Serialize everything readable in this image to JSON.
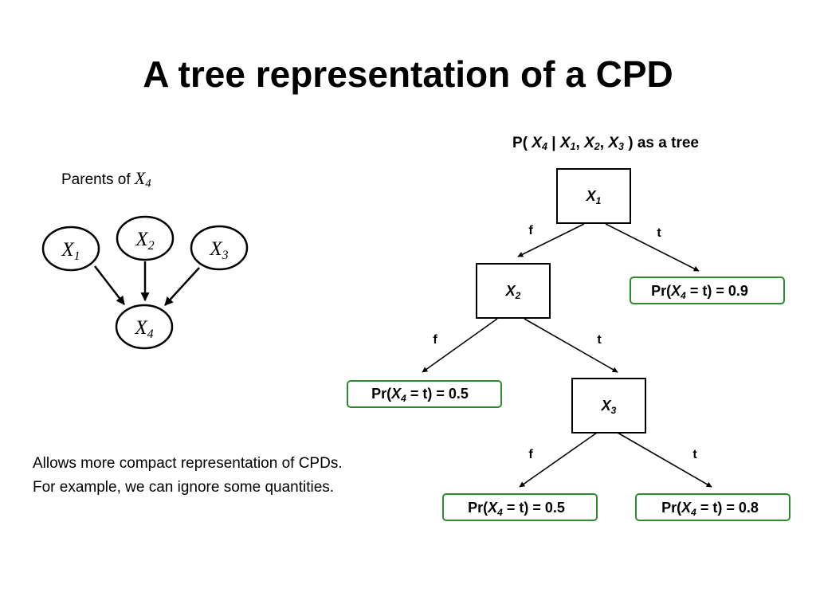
{
  "slide": {
    "title": "A tree representation of a CPD"
  },
  "bayes_net": {
    "caption": {
      "prefix": "Parents of ",
      "var_letter": "X",
      "var_index": "4"
    },
    "nodes": [
      {
        "id": "x1",
        "letter": "X",
        "index": "1"
      },
      {
        "id": "x2",
        "letter": "X",
        "index": "2"
      },
      {
        "id": "x3",
        "letter": "X",
        "index": "3"
      },
      {
        "id": "x4",
        "letter": "X",
        "index": "4"
      }
    ],
    "edges": [
      {
        "from": "x1",
        "to": "x4"
      },
      {
        "from": "x2",
        "to": "x4"
      },
      {
        "from": "x3",
        "to": "x4"
      }
    ]
  },
  "tree": {
    "title": {
      "p_open": "P( ",
      "x4": "X",
      "x4_index": "4",
      "bar": " | ",
      "x1": "X",
      "x1_index": "1",
      "comma1": ", ",
      "x2": "X",
      "x2_index": "2",
      "comma2": ", ",
      "x3": "X",
      "x3_index": "3",
      "close": " ) as a tree"
    },
    "decision_nodes": [
      {
        "id": "d1",
        "letter": "X",
        "index": "1"
      },
      {
        "id": "d2",
        "letter": "X",
        "index": "2"
      },
      {
        "id": "d3",
        "letter": "X",
        "index": "3"
      }
    ],
    "leaves": [
      {
        "id": "leaf-a",
        "prefix": "Pr(",
        "var": "X",
        "index": "4",
        "suffix": " = t) = 0.9",
        "value": 0.9
      },
      {
        "id": "leaf-b",
        "prefix": "Pr(",
        "var": "X",
        "index": "4",
        "suffix": " = t) = 0.5",
        "value": 0.5
      },
      {
        "id": "leaf-c",
        "prefix": "Pr(",
        "var": "X",
        "index": "4",
        "suffix": " = t) = 0.5",
        "value": 0.5
      },
      {
        "id": "leaf-d",
        "prefix": "Pr(",
        "var": "X",
        "index": "4",
        "suffix": " = t) = 0.8",
        "value": 0.8
      }
    ],
    "branches": [
      {
        "from": "d1",
        "to": "d2",
        "label": "f"
      },
      {
        "from": "d1",
        "to": "leaf-a",
        "label": "t"
      },
      {
        "from": "d2",
        "to": "leaf-b",
        "label": "f"
      },
      {
        "from": "d2",
        "to": "d3",
        "label": "t"
      },
      {
        "from": "d3",
        "to": "leaf-c",
        "label": "f"
      },
      {
        "from": "d3",
        "to": "leaf-d",
        "label": "t"
      }
    ],
    "leaf_border_color": "#2e8b2e"
  },
  "notes": {
    "line1": "Allows more compact representation of CPDs.",
    "line2": "For example, we can ignore some quantities."
  }
}
